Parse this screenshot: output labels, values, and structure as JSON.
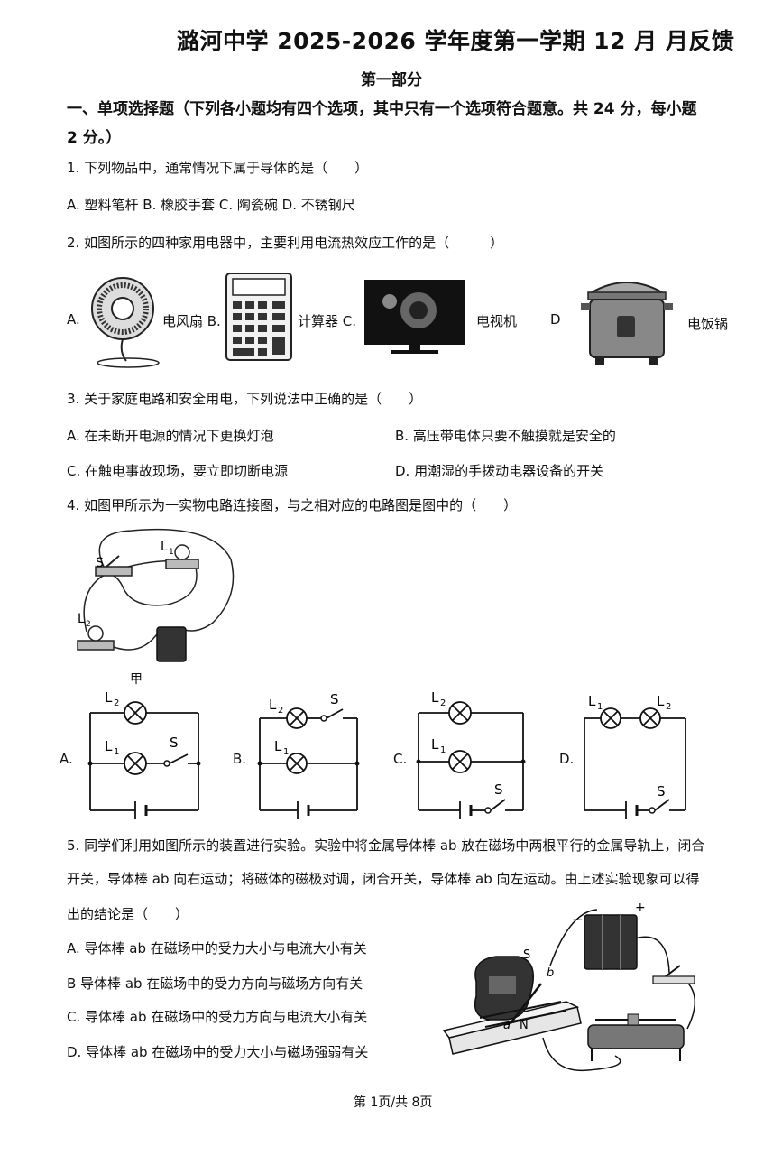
{
  "title": "潞河中学 2025-2026 学年度第一学期 12 月  月反馈",
  "part": "第一部分",
  "section1": {
    "line1": "一、单项选择题（下列各小题均有四个选项，其中只有一个选项符合题意。共 24 分，每小题",
    "line2": "2 分。）"
  },
  "q1": {
    "stem": "1. 下列物品中，通常情况下属于导体的是（　　）",
    "options": "A. 塑料笔杆  B. 橡胶手套  C. 陶瓷碗    D.  不锈钢尺"
  },
  "q2": {
    "stem": "2. 如图所示的四种家用电器中，主要利用电流热效应工作的是（　　　）",
    "a_letter": "A.",
    "a_label": "电风扇 B.",
    "b_label": "计算器 C.",
    "c_label": "电视机",
    "d_letter": "D",
    "d_label": "电饭锅"
  },
  "q3": {
    "stem": "3. 关于家庭电路和安全用电，下列说法中正确的是（　　）",
    "A": "A. 在未断开电源的情况下更换灯泡",
    "B": "B.  高压带电体只要不触摸就是安全的",
    "C": "C. 在触电事故现场，要立即切断电源",
    "D": "D.  用潮湿的手拨动电器设备的开关"
  },
  "q4": {
    "stem": "4. 如图甲所示为一实物电路连接图，与之相对应的电路图是图中的（　　）",
    "fig_caption": "甲",
    "S": "S",
    "L1": "L",
    "L2": "L",
    "sub1": "1",
    "sub2": "2",
    "options": [
      "A.",
      "B.",
      "C.",
      "D."
    ]
  },
  "q5": {
    "line1": "5. 同学们利用如图所示的装置进行实验。实验中将金属导体棒 ab 放在磁场中两根平行的金属导轨上，闭合",
    "line2": "开关，导体棒 ab 向右运动；将磁体的磁极对调，闭合开关，导体棒 ab 向左运动。由上述实验现象可以得",
    "line3": "出的结论是（　　）",
    "A": "A.  导体棒 ab 在磁场中的受力大小与电流大小有关",
    "B": "B   导体棒 ab 在磁场中的受力方向与磁场方向有关",
    "C": "C.  导体棒 ab 在磁场中的受力方向与电流大小有关",
    "D": "D.  导体棒 ab 在磁场中的受力大小与磁场强弱有关",
    "fig": {
      "S": "S",
      "N": "N",
      "a": "a",
      "b": "b",
      "minus": "−",
      "plus": "+"
    }
  },
  "footer": "第 1页/共 8页"
}
